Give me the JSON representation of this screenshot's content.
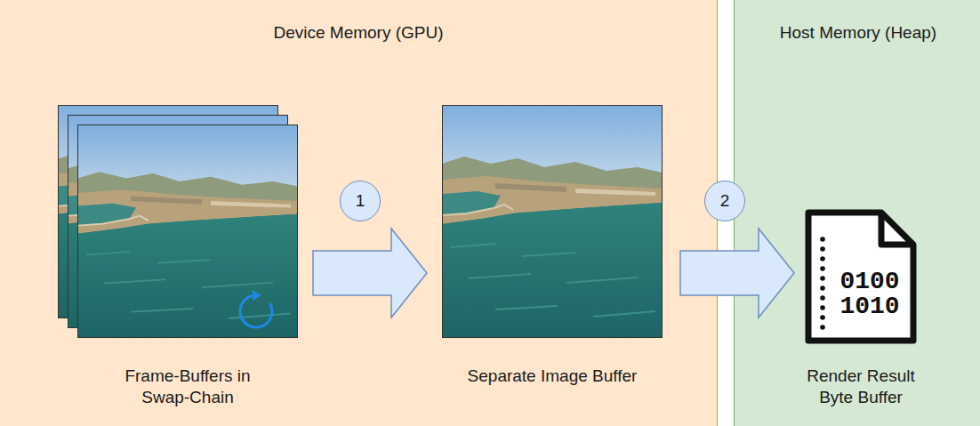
{
  "diagram": {
    "nodes": [
      {
        "text": [
          "Device Memory (GPU)"
        ]
      },
      {
        "text": [
          "Frame-Buffers in Swap-Chain"
        ],
        "in": 0
      },
      {
        "text": [
          "Separate Image Buffer"
        ],
        "in": 0
      },
      {
        "text": [
          "Host Memory (Heap)"
        ]
      },
      {
        "text": [
          "Render Result Byte Buffer"
        ],
        "in": 3
      }
    ],
    "edges": [
      {
        "from": 1,
        "to": 2,
        "arrow": "to"
      },
      {
        "from": 2,
        "to": 4,
        "arrow": "to"
      }
    ],
    "labels": [
      "1",
      "2",
      "0100",
      "1010"
    ]
  }
}
